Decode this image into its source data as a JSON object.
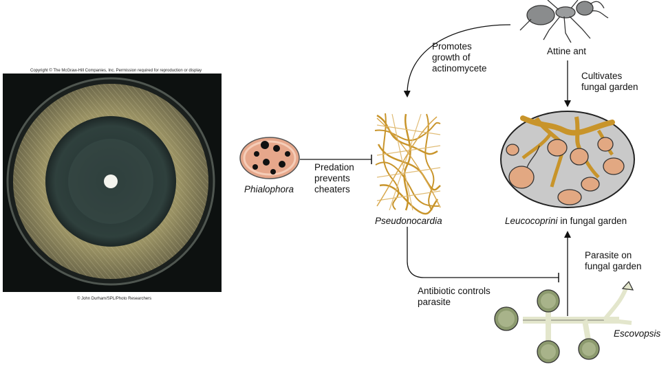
{
  "photo": {
    "copyright": "Copyright © The McGraw-Hill Companies, Inc. Permission required for reproduction or display",
    "credit": "© John Durham/SPL/Photo Researchers"
  },
  "nodes": {
    "phialophora": "Phialophora",
    "pseudonocardia": "Pseudonocardia",
    "attine_ant": "Attine ant",
    "leucocoprini_italic": "Leucocoprini",
    "leucocoprini_rest": " in fungal garden",
    "escovopsis": "Escovopsis"
  },
  "edges": {
    "predation": "Predation\nprevents\ncheaters",
    "promotes": "Promotes\ngrowth of\nactinomycete",
    "cultivates": "Cultivates\nfungal garden",
    "parasite": "Parasite on\nfungal garden",
    "antibiotic": "Antibiotic controls\nparasite"
  },
  "colors": {
    "petri_dark": "#0d1110",
    "agar_lawn": "#8f8a63",
    "inhibition_zone": "#2b3a38",
    "pseudonocardia_gold": "#c8942a",
    "garden_grey": "#c9c9c9",
    "fungus_pink": "#e2a882",
    "escovopsis_green": "#8c9a6e",
    "phialophora_pink": "#e6a78b"
  }
}
